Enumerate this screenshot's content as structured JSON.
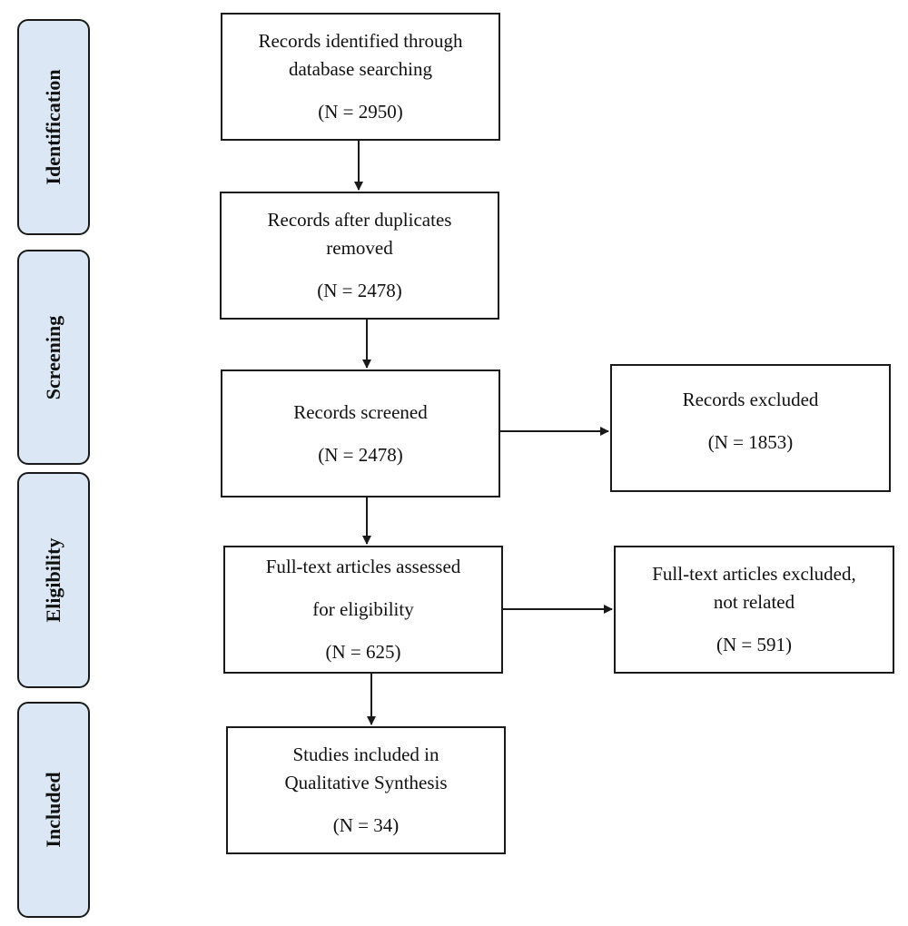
{
  "stages": {
    "identification": "Identification",
    "screening": "Screening",
    "eligibility": "Eligibility",
    "included": "Included"
  },
  "boxes": {
    "identified": {
      "line1": "Records identified through",
      "line2": "database searching",
      "count": "(N = 2950)"
    },
    "dedup": {
      "line1": "Records after duplicates",
      "line2": "removed",
      "count": "(N = 2478)"
    },
    "screened": {
      "line1": "Records screened",
      "count": "(N = 2478)"
    },
    "excluded": {
      "line1": "Records excluded",
      "count": "(N = 1853)"
    },
    "fulltext": {
      "line1": "Full-text articles assessed",
      "line2": "for eligibility",
      "count": "(N = 625)"
    },
    "ftexcluded": {
      "line1": "Full-text articles excluded,",
      "line2": "not related",
      "count": "(N = 591)"
    },
    "included": {
      "line1": "Studies included in",
      "line2": "Qualitative Synthesis",
      "count": "(N = 34)"
    }
  },
  "colors": {
    "stage_fill": "#dbe7f4",
    "stroke": "#1a1a1a"
  }
}
